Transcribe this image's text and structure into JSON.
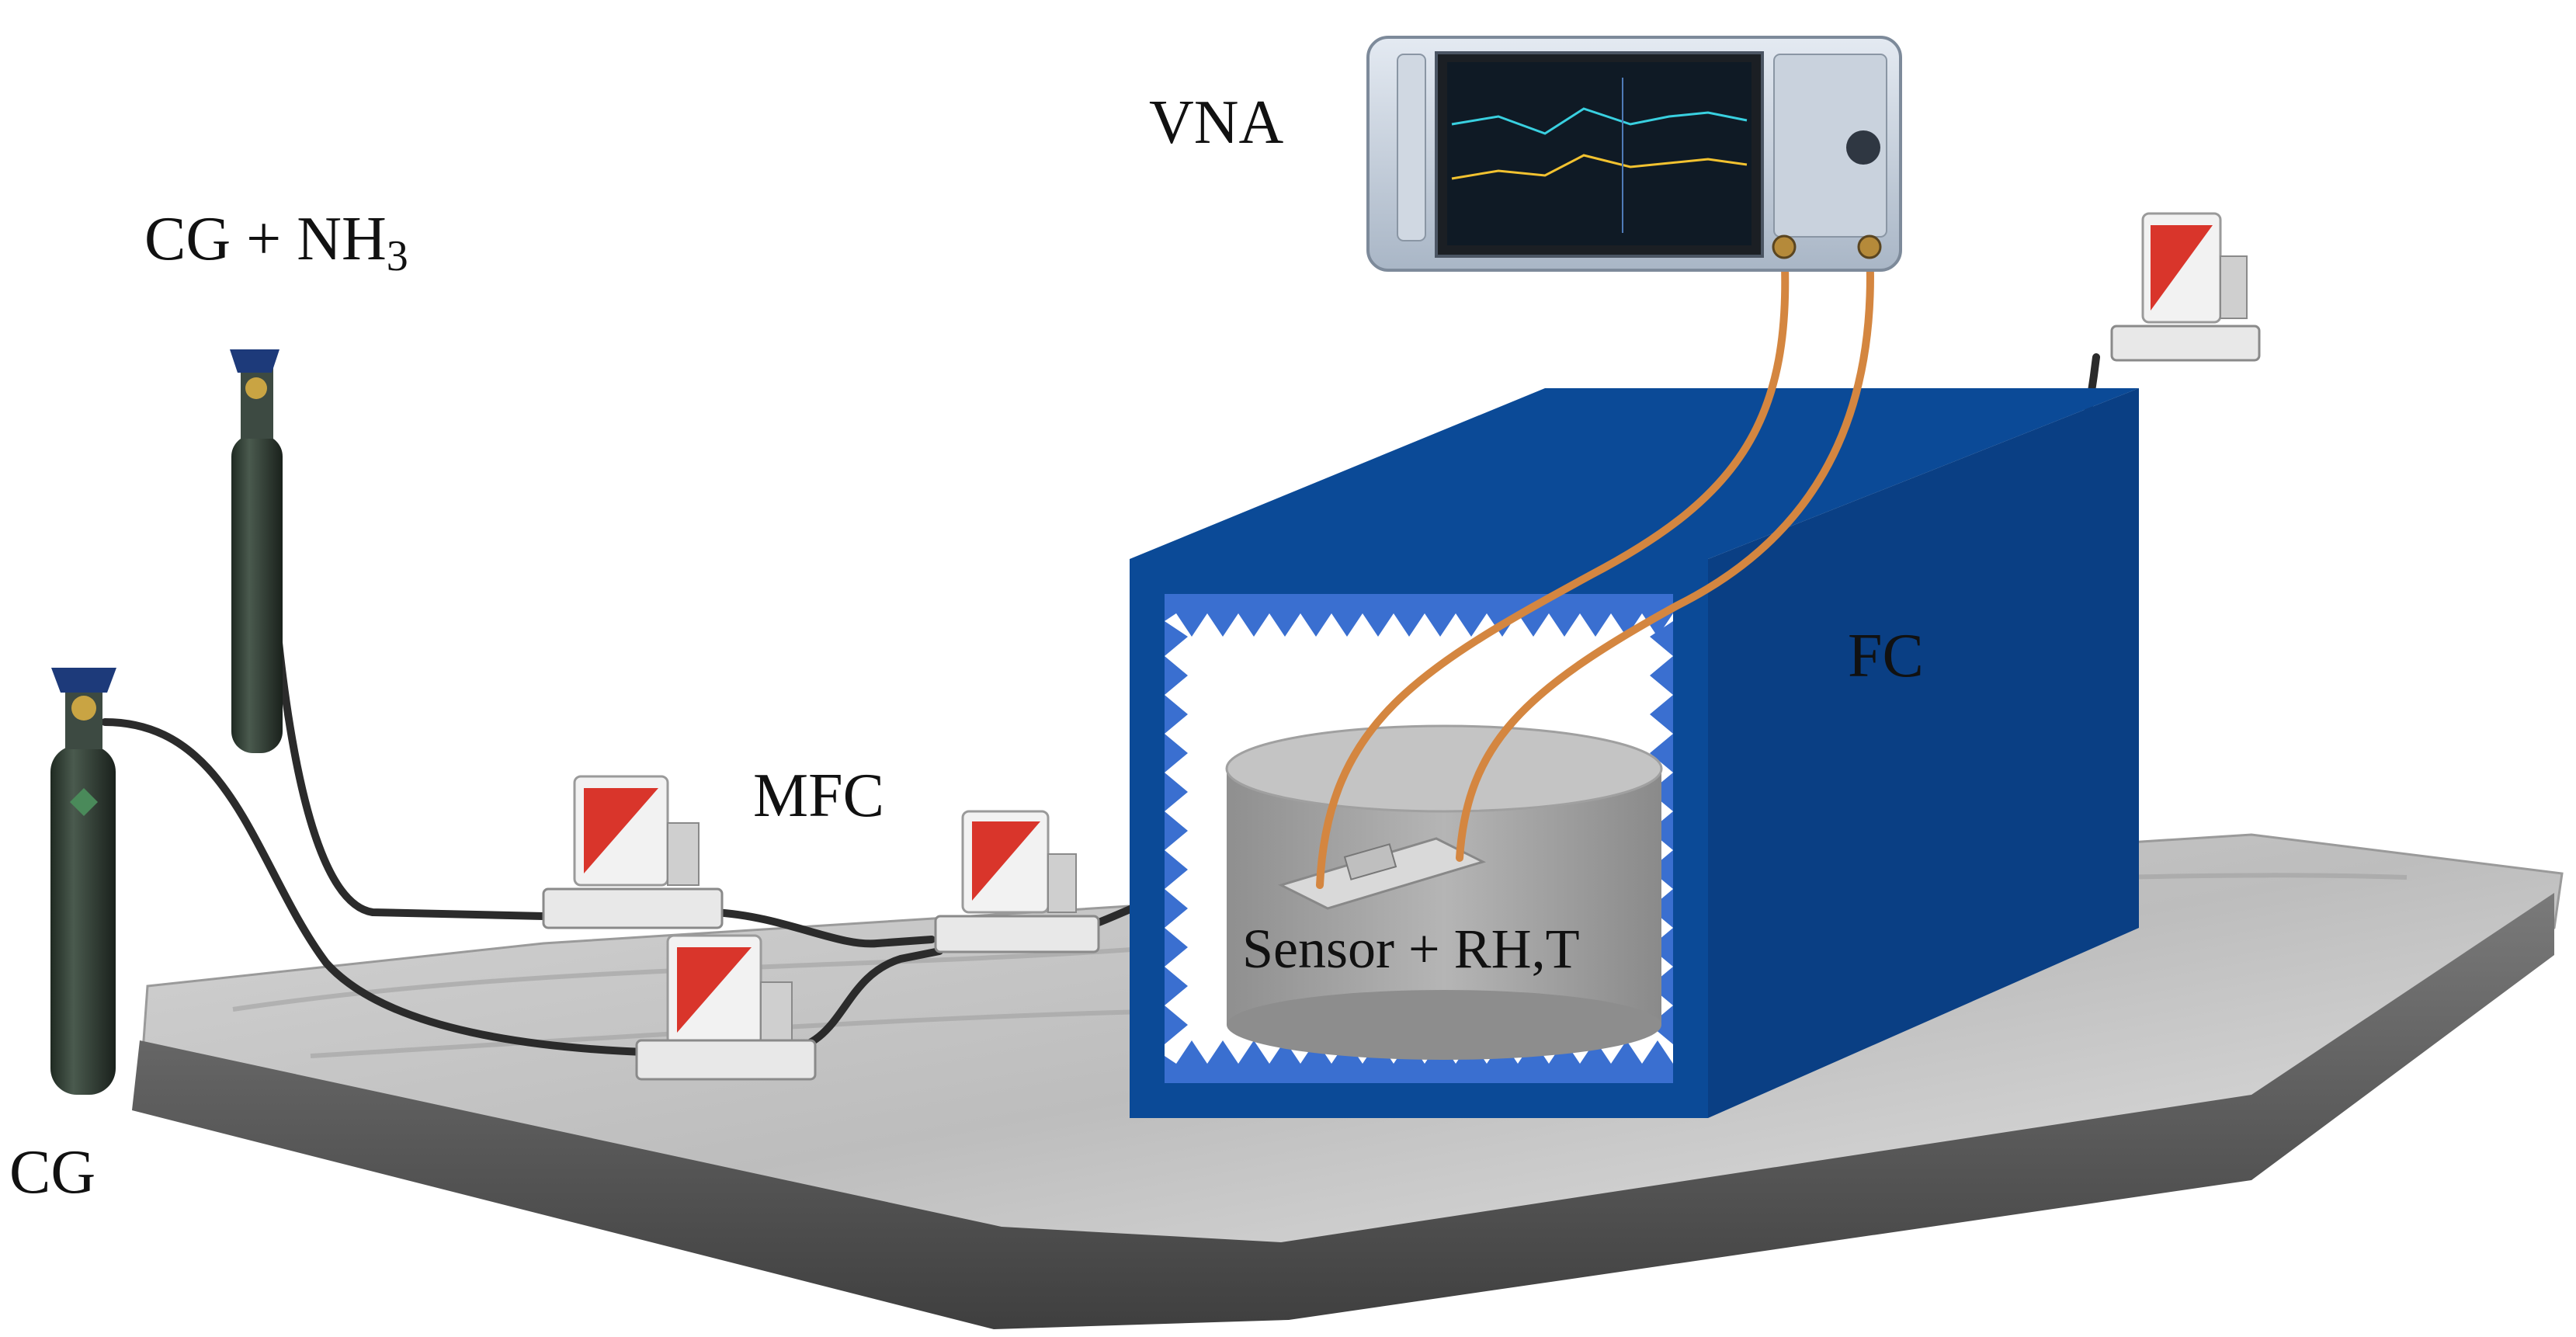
{
  "labels": {
    "vna": "VNA",
    "cg_nh3_prefix": "CG + NH",
    "cg_nh3_subscript": "3",
    "cg": "CG",
    "mfc": "MFC",
    "fc": "FC",
    "sensor": "Sensor + RH,T"
  },
  "colors": {
    "chamber_blue": "#0b4a97",
    "absorber_blue": "#3a6fd0",
    "tube_dark": "#2b2b2b",
    "rf_cable": "#d48640",
    "mfc_red": "#d9352b",
    "table_gray": "#c9c9c9"
  }
}
